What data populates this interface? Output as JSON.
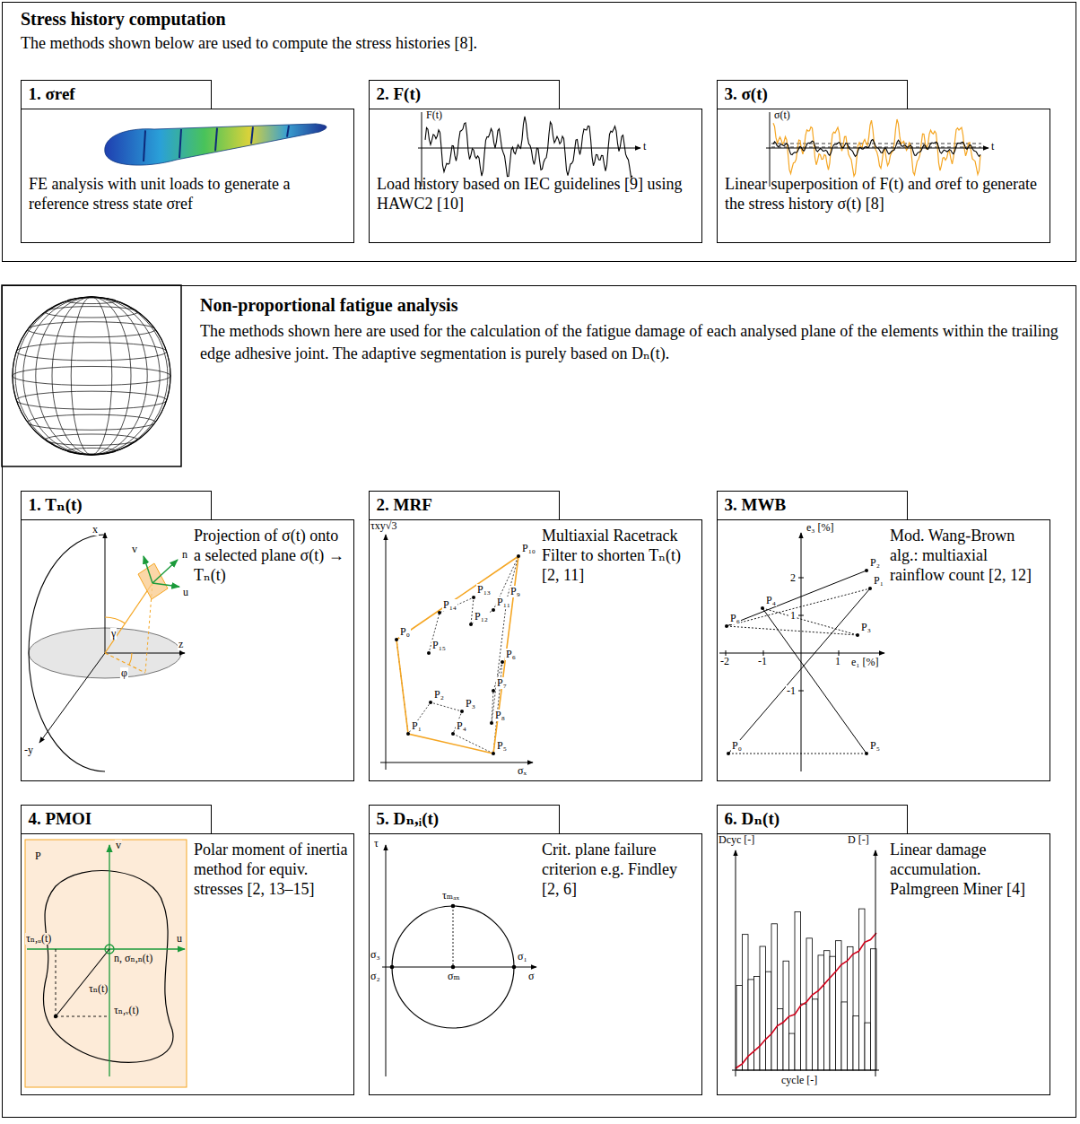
{
  "diagram": {
    "nodes": [
      {
        "text": [
          "Stress history computation",
          "The methods shown below are used to compute the stress histories [8]."
        ]
      },
      {
        "text": [
          "1. σref",
          "FE analysis with unit loads to generate a reference stress state σref"
        ],
        "in": 0
      },
      {
        "text": [
          "2. F(t)",
          "Load history based on IEC guidelines [9] using HAWC2 [10]"
        ],
        "in": 0
      },
      {
        "text": [
          "3. σ(t)",
          "Linear superposition of F(t) and σref to generate the stress history σ(t) [8]"
        ],
        "in": 0
      },
      {
        "text": [
          "Non-proportional fatigue analysis",
          "The methods shown here are used for the calculation of the fatigue damage of each analysed plane of the elements within the trailing edge adhesive joint. The adaptive segmentation is purely based on Dₙ(t)."
        ]
      },
      {
        "text": [
          "1. Tₙ(t)",
          "Projection of σ(t) onto a selected plane σ(t) → Tₙ(t)"
        ],
        "in": 4
      },
      {
        "text": [
          "2. MRF",
          "Multiaxial Racetrack Filter to shorten Tₙ(t) [2, 11]"
        ],
        "in": 4
      },
      {
        "text": [
          "3. MWB",
          "Mod. Wang-Brown alg.: multiaxial rainflow count [2, 12]"
        ],
        "in": 4
      },
      {
        "text": [
          "4. PMOI",
          "Polar moment of inertia method for equiv. stresses [2, 13–15]"
        ],
        "in": 4
      },
      {
        "text": [
          "5. Dₙ,ᵢ(t)",
          "Crit. plane failure criterion e.g. Findley [2, 6]"
        ],
        "in": 4
      },
      {
        "text": [
          "6. Dₙ(t)",
          "Linear damage accumulation. Palmgreen Miner [4]"
        ],
        "in": 4
      }
    ],
    "labels": [
      "F(t)",
      "t",
      "σ(t)",
      "t",
      "x",
      "z",
      "-y",
      "γ",
      "φ",
      "n",
      "u",
      "v",
      "τxy√3",
      "σₓ",
      "P₀",
      "P₁",
      "P₂",
      "P₃",
      "P₄",
      "P₅",
      "P₆",
      "P₇",
      "P₈",
      "P₉",
      "P₁₀",
      "P₁₁",
      "P₁₂",
      "P₁₃",
      "P₁₄",
      "P₁₅",
      "e₃ [%]",
      "e₁ [%]",
      "2",
      "1",
      "-1",
      "-2",
      "-1",
      "1",
      "P₀",
      "P₁",
      "P₂",
      "P₃",
      "P₄",
      "P₅",
      "P₆",
      "v",
      "u",
      "P",
      "n, σₙ,ₙ(t)",
      "τₙ,ᵤ(t)",
      "τₙ,ᵥ(t)",
      "τₙ(t)",
      "τ",
      "τₘₐₓ",
      "σ₃",
      "σ₂",
      "σₘ",
      "σ₁",
      "σ",
      "Dcyc [-]",
      "D [-]",
      "cycle [-]"
    ]
  }
}
